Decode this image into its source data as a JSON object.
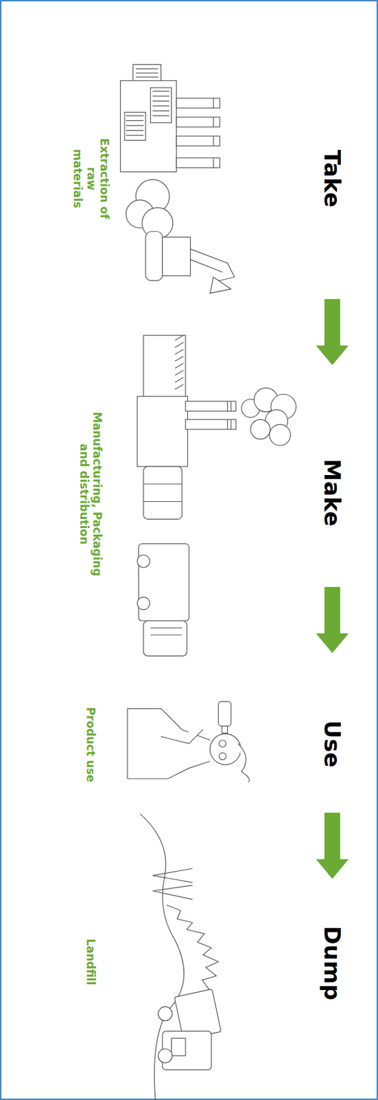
{
  "diagram": {
    "nodes": [
      {
        "text": [
          "Take",
          "Extraction of raw materials"
        ]
      },
      {
        "text": [
          "Make",
          "Manufacturing, Packaging and distribution"
        ]
      },
      {
        "text": [
          "Use",
          "Product use"
        ]
      },
      {
        "text": [
          "Dump",
          "Landfill"
        ]
      }
    ],
    "edges": [
      {
        "from": 0,
        "to": 1,
        "arrow": "to"
      },
      {
        "from": 1,
        "to": 2,
        "arrow": "to"
      },
      {
        "from": 2,
        "to": 3,
        "arrow": "to"
      }
    ]
  }
}
